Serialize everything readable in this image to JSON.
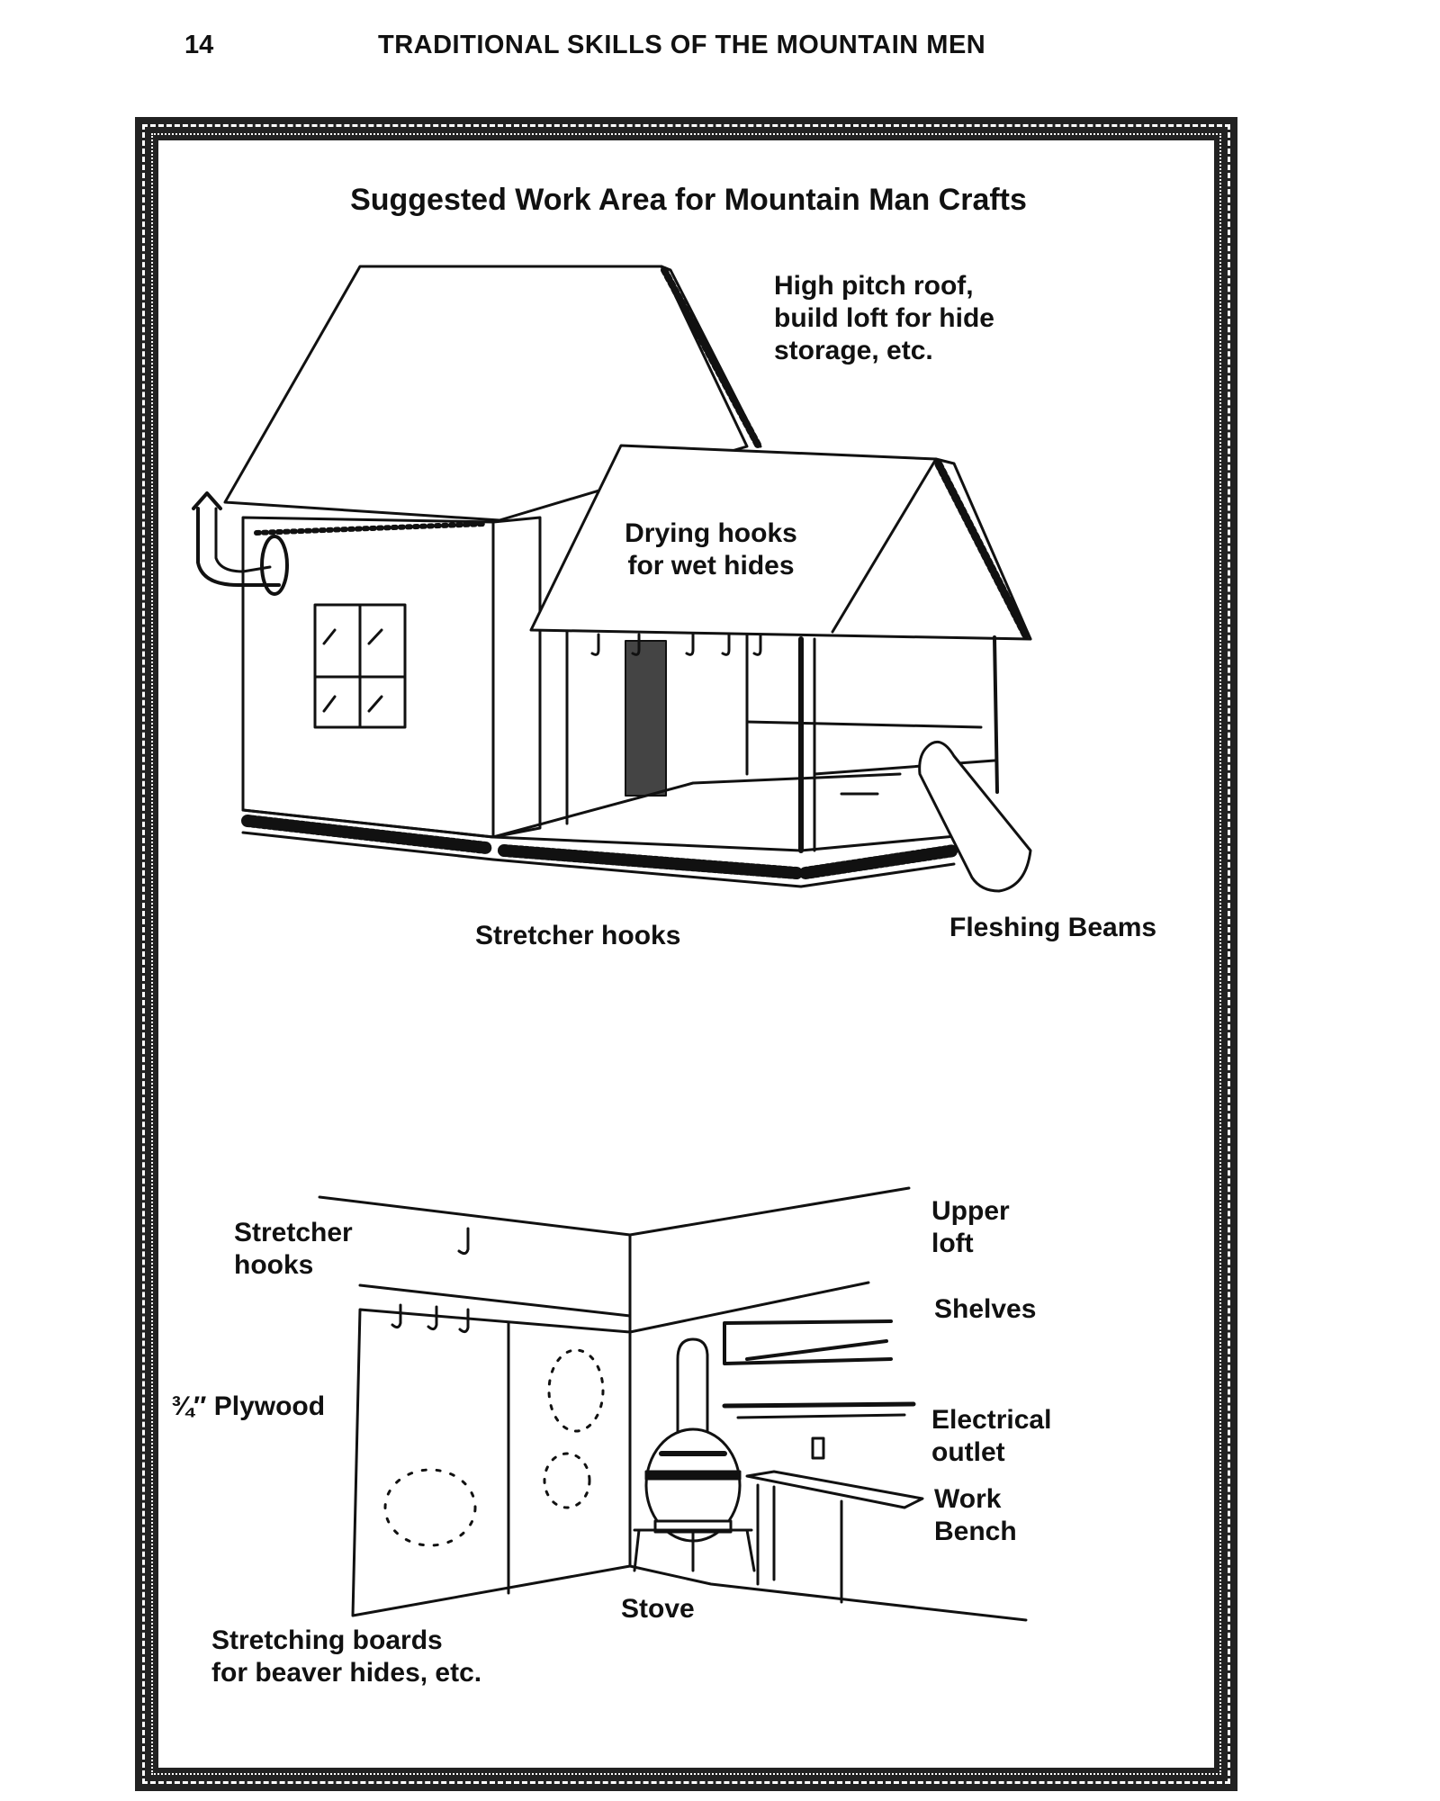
{
  "header": {
    "page_number": "14",
    "running_title": "TRADITIONAL SKILLS OF THE MOUNTAIN MEN"
  },
  "figure": {
    "title": "Suggested Work Area for Mountain Man Crafts",
    "exterior_labels": {
      "roof": "High pitch roof,\nbuild loft for hide\nstorage, etc.",
      "drying_hooks": "Drying hooks\nfor wet hides",
      "stretcher_hooks": "Stretcher hooks",
      "fleshing_beams": "Fleshing Beams"
    },
    "interior_labels": {
      "stretcher_hooks": "Stretcher\nhooks",
      "upper_loft": "Upper\nloft",
      "shelves": "Shelves",
      "plywood": "¾″ Plywood",
      "electrical_outlet": "Electrical\noutlet",
      "work_bench": "Work\nBench",
      "stove": "Stove",
      "stretching_boards": "Stretching boards\nfor beaver hides, etc."
    }
  }
}
